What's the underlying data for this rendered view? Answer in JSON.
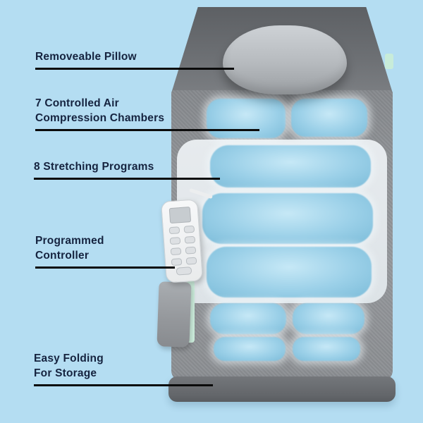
{
  "page": {
    "type": "product-feature-infographic",
    "background_color": "#b4ddf2",
    "text_color": "#15233f",
    "pointer_line_color": "#0b0b0b"
  },
  "product": {
    "name": "air-compression-stretching-mat",
    "colors": {
      "mat_gray": "#8f9296",
      "mat_dark_gray": "#64676b",
      "chamber_blue": "#9bd0e8",
      "pillow_gray": "#b6babe",
      "panel_white": "#e3e8eb",
      "accent_mint": "#cdeedd",
      "controller_white": "#f1f3f4"
    },
    "parts": [
      "pillow",
      "air-chambers",
      "remote-controller",
      "storage-pouch",
      "folding-base"
    ]
  },
  "annotations": [
    {
      "id": "pillow",
      "lines": [
        "Removeable Pillow"
      ]
    },
    {
      "id": "chambers",
      "lines": [
        "7 Controlled Air",
        "Compression Chambers"
      ]
    },
    {
      "id": "programs",
      "lines": [
        "8 Stretching Programs"
      ]
    },
    {
      "id": "controller",
      "lines": [
        "Programmed",
        "Controller"
      ]
    },
    {
      "id": "folding",
      "lines": [
        "Easy Folding",
        "For Storage"
      ]
    }
  ]
}
